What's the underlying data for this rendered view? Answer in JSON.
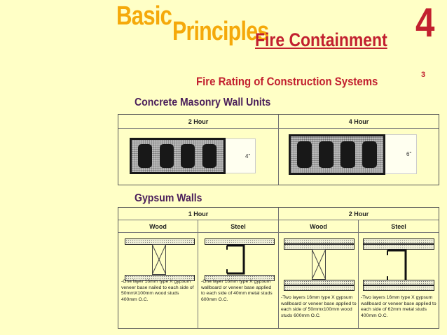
{
  "title": {
    "basic": "Basic",
    "principles": "Principles",
    "fire": "Fire Containment",
    "number": "4"
  },
  "subtitle": {
    "text": "Fire Rating of Construction Systems",
    "sup": "3"
  },
  "concrete": {
    "heading": "Concrete Masonry Wall Units",
    "columns": [
      "2 Hour",
      "4 Hour"
    ],
    "dims": [
      "4\"",
      "6\""
    ]
  },
  "gypsum": {
    "heading": "Gypsum Walls",
    "groups": [
      "1 Hour",
      "2 Hour"
    ],
    "columns": [
      "Wood",
      "Steel",
      "Wood",
      "Steel"
    ],
    "descriptions": [
      "-One layer 16mm type X gypsum veneer base nailed to each side of 50mmX100mm wood studs 400mm O.C.",
      "-One layer 16mm type X gypsum wallboard or veneer base applied to each side of 40mm metal studs 600mm O.C.",
      "-Two layers 16mm type X gypsum wallboard or veneer base applied to each side of 50mmx100mm wood studs 600mm O.C.",
      "-Two layers 16mm type X gypsum wallboard or veneer base applied to each side of 62mm metal studs 400mm O.C."
    ]
  },
  "colors": {
    "background": "#FFFFC6",
    "title_orange": "#F5A90A",
    "title_red": "#C2202F",
    "heading_purple": "#4A1E5A"
  }
}
